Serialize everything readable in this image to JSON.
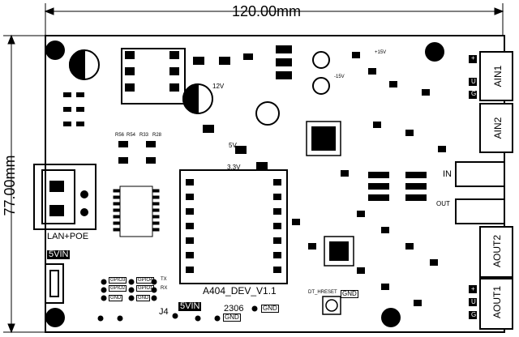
{
  "dimensions": {
    "width_label": "120.00mm",
    "height_label": "77.00mm"
  },
  "board": {
    "title": "A404_DEV_V1.1",
    "connectors": {
      "ain1": "AIN1",
      "ain2": "AIN2",
      "aout1": "AOUT1",
      "aout2": "AOUT2",
      "lan": "LAN+POE",
      "in": "IN",
      "out": "OUT",
      "j4": "J4",
      "vin_top": "5VIN",
      "vin_bottom": "5VIN"
    },
    "labels": {
      "v12": "12V",
      "v5": "5V",
      "v33": "3.3V",
      "p15": "+15V",
      "m15": "-15V",
      "gnd": "GND",
      "part2306": "2306",
      "dt_hreset": "DT_HRESET",
      "gpio3": "GPIO3",
      "gpio2": "GPIO2",
      "gpio4": "GPIO4",
      "gpio1": "GPIO1",
      "tx": "TX",
      "rx": "RX",
      "plus": "+",
      "u": "U",
      "g": "G",
      "r56": "R56",
      "r54": "R54",
      "r33": "R33",
      "r28": "R28"
    }
  }
}
